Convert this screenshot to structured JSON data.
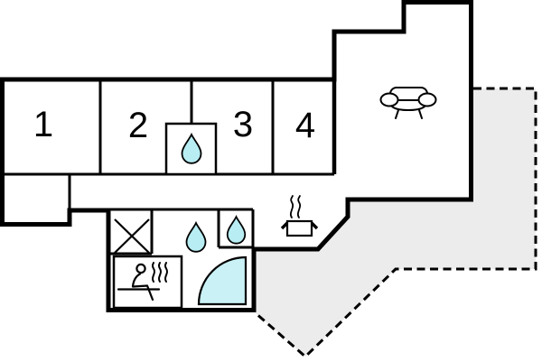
{
  "plan": {
    "type": "vacation-house-floor-plan",
    "rooms": [
      {
        "label": "1"
      },
      {
        "label": "2"
      },
      {
        "label": "3"
      },
      {
        "label": "4"
      }
    ],
    "features": [
      "living-room-with-sofa",
      "bedroom-water-basin",
      "bathroom-with-drop",
      "separate-wc-with-drop",
      "sauna",
      "corner-shower",
      "storage-crossed-box",
      "kitchen-stove-pot",
      "terrace-dashed-outline"
    ]
  },
  "icons": [
    "water-drop-icon",
    "sofa-icon",
    "sauna-person-icon",
    "steam-icon",
    "cooking-pot-icon",
    "corner-shower-icon",
    "crossed-box-icon"
  ],
  "colors": {
    "wall": "#000000",
    "water_fill": "#b7edf3",
    "shower_fill": "#c9f1f6",
    "terrace_fill": "#ececec",
    "background": "#ffffff"
  }
}
